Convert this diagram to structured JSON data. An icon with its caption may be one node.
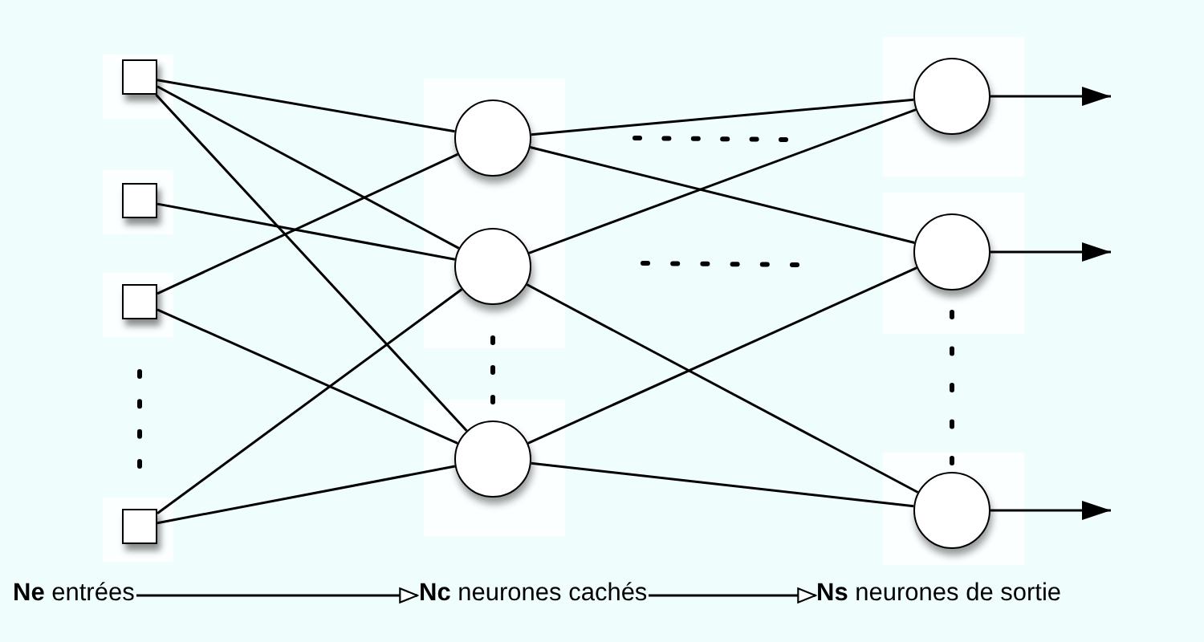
{
  "diagram": {
    "nodes": [
      {
        "text": [],
        "shape": "box"
      },
      {
        "text": [],
        "shape": "box"
      },
      {
        "text": [],
        "shape": "box"
      },
      {
        "text": [],
        "shape": "box"
      },
      {
        "text": [],
        "shape": "circle"
      },
      {
        "text": [],
        "shape": "circle"
      },
      {
        "text": [],
        "shape": "circle"
      },
      {
        "text": [],
        "shape": "circle"
      },
      {
        "text": [],
        "shape": "circle"
      },
      {
        "text": [],
        "shape": "circle"
      },
      {
        "text": [
          "**Ne** entrées"
        ]
      },
      {
        "text": [
          "**Nc** neurones cachés"
        ]
      },
      {
        "text": [
          "**Ns** neurones de sortie"
        ]
      }
    ],
    "edges": [
      {
        "from": 0,
        "to": 4,
        "arrow": "none"
      },
      {
        "from": 0,
        "to": 5,
        "arrow": "none"
      },
      {
        "from": 0,
        "to": 6,
        "arrow": "none"
      },
      {
        "from": 1,
        "to": 5,
        "arrow": "none"
      },
      {
        "from": 2,
        "to": 4,
        "arrow": "none"
      },
      {
        "from": 2,
        "to": 6,
        "arrow": "none"
      },
      {
        "from": 3,
        "to": 5,
        "arrow": "none"
      },
      {
        "from": 3,
        "to": 6,
        "arrow": "none"
      },
      {
        "from": 4,
        "to": 7,
        "arrow": "none"
      },
      {
        "from": 4,
        "to": 8,
        "arrow": "none"
      },
      {
        "from": 5,
        "to": 7,
        "arrow": "none"
      },
      {
        "from": 5,
        "to": 9,
        "arrow": "none"
      },
      {
        "from": 6,
        "to": 8,
        "arrow": "none"
      },
      {
        "from": 6,
        "to": 9,
        "arrow": "none"
      },
      {
        "from": 7,
        "to": null,
        "arrow": "to"
      },
      {
        "from": 8,
        "to": null,
        "arrow": "to"
      },
      {
        "from": 9,
        "to": null,
        "arrow": "to"
      },
      {
        "from": 10,
        "to": 11,
        "arrow": "to"
      },
      {
        "from": 11,
        "to": 12,
        "arrow": "to"
      }
    ]
  }
}
